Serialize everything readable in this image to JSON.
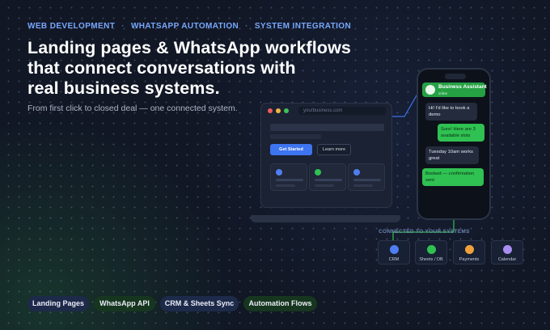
{
  "header": {
    "tags": [
      "WEB DEVELOPMENT",
      "WHATSAPP AUTOMATION",
      "SYSTEM INTEGRATION"
    ],
    "separator": "·",
    "headline_lines": [
      "Landing pages & WhatsApp workflows",
      "that connect conversations with",
      "real business systems."
    ],
    "subtitle": "From first click to closed deal — one connected system."
  },
  "laptop": {
    "url": "yourbusiness.com",
    "primary_button": "Get Started",
    "secondary_button": "Learn more",
    "card_colors": [
      "#4f7ef2",
      "#2fc152",
      "#4f7ef2"
    ]
  },
  "phone": {
    "contact_name": "Business Assistant",
    "contact_status": "online",
    "messages": [
      {
        "dir": "in",
        "text": "Hi! I'd like to book a demo"
      },
      {
        "dir": "out",
        "text": "Sure! Here are 3 available slots"
      },
      {
        "dir": "in",
        "text": "Tuesday 10am works great"
      },
      {
        "dir": "out",
        "text": "Booked — confirmation sent"
      }
    ]
  },
  "systems": {
    "title": "CONNECTED TO YOUR SYSTEMS",
    "items": [
      {
        "label": "CRM",
        "color": "#4f7ef2"
      },
      {
        "label": "Sheets / DB",
        "color": "#2fc152"
      },
      {
        "label": "Payments",
        "color": "#f0a13c"
      },
      {
        "label": "Calendar",
        "color": "#a98ef2"
      }
    ]
  },
  "pills": [
    {
      "label": "Landing Pages",
      "bg": "#1e2a4a"
    },
    {
      "label": "WhatsApp API",
      "bg": "#17361f"
    },
    {
      "label": "CRM & Sheets Sync",
      "bg": "#1e2a4a"
    },
    {
      "label": "Automation Flows",
      "bg": "#17361f"
    }
  ],
  "colors": {
    "accent_blue": "#79a8ff",
    "whatsapp_green": "#25a144",
    "background": "#111725"
  }
}
